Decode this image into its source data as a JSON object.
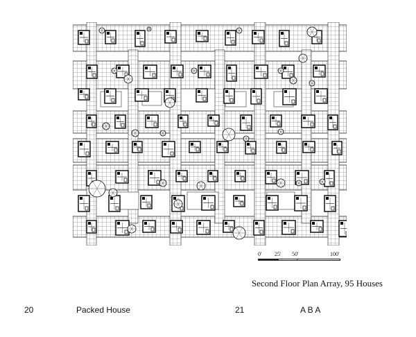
{
  "figure": {
    "caption": "Second Floor Plan Array, 95 Houses"
  },
  "scale_bar": {
    "ticks": [
      "0'",
      "25'",
      "50'",
      "100'"
    ]
  },
  "footer": {
    "left_page_number": "20",
    "left_title": "Packed House",
    "right_page_number": "21",
    "right_title": "A B A"
  }
}
